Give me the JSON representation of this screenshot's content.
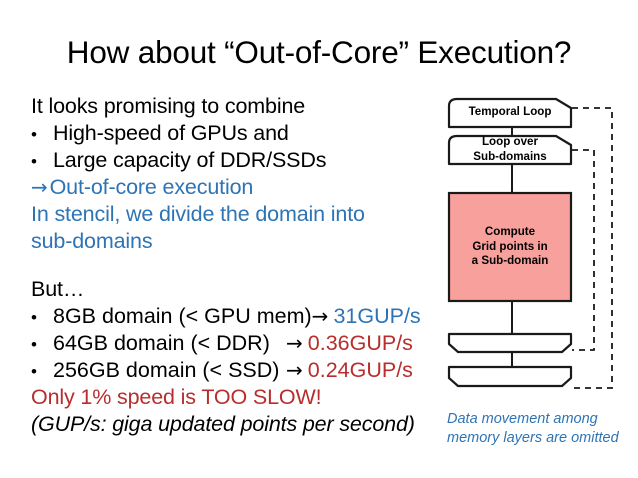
{
  "slide": {
    "title": "How about “Out-of-Core” Execution?"
  },
  "body": {
    "intro_line": "It looks promising to combine",
    "bullets_top": [
      {
        "marker": "•",
        "text": "High-speed of GPUs and"
      },
      {
        "marker": "•",
        "text": "Large capacity of DDR/SSDs"
      }
    ],
    "conclusion_arrow": "→",
    "conclusion_text": "Out-of-core execution",
    "stencil_line_1": "In stencil, we divide the domain into",
    "stencil_line_2": "sub-domains",
    "but_label": "But…",
    "perf_rows": [
      {
        "marker": "•",
        "label": "8GB domain (< GPU mem)",
        "arrow": "→",
        "value": "31GUP/s",
        "value_color": "blue"
      },
      {
        "marker": "•",
        "label": "64GB domain (< DDR)",
        "arrow": "→",
        "value": "0.36GUP/s",
        "value_color": "red"
      },
      {
        "marker": "•",
        "label": "256GB domain (< SSD)",
        "arrow": "→",
        "value": "0.24GUP/s",
        "value_color": "red"
      }
    ],
    "too_slow_text": "Only 1% speed is TOO SLOW!",
    "gups_note": "(GUP/s: giga updated points per second)"
  },
  "flowchart": {
    "nodes": [
      {
        "id": "temporal-loop",
        "label": "Temporal Loop",
        "shape": "loop-start",
        "fill": "#FFFFFF"
      },
      {
        "id": "loop-over-subdomains",
        "label": "Loop over\nSub-domains",
        "shape": "loop-start",
        "fill": "#FFFFFF"
      },
      {
        "id": "compute-grid-points",
        "label": "Compute\nGrid points in\na Sub-domain",
        "shape": "rect",
        "fill": "#F8A09B"
      },
      {
        "id": "inner-loop-end",
        "label": "",
        "shape": "loop-end",
        "fill": "#FFFFFF"
      },
      {
        "id": "outer-loop-end",
        "label": "",
        "shape": "loop-end",
        "fill": "#FFFFFF"
      }
    ],
    "compute_label_lines": [
      "Compute",
      "Grid points in",
      "a Sub-domain"
    ],
    "loop_over_label_lines": [
      "Loop over",
      "Sub-domains"
    ],
    "temporal_label_lines": [
      "Temporal Loop"
    ],
    "caption_lines": [
      "Data movement among",
      "memory layers are omitted"
    ],
    "caption": "Data movement among memory layers are omitted"
  },
  "colors": {
    "accent_blue": "#2E74B5",
    "accent_red": "#B82E2E",
    "compute_fill": "#F8A09B",
    "outline": "#1A1A1A",
    "background": "#FFFFFF"
  }
}
